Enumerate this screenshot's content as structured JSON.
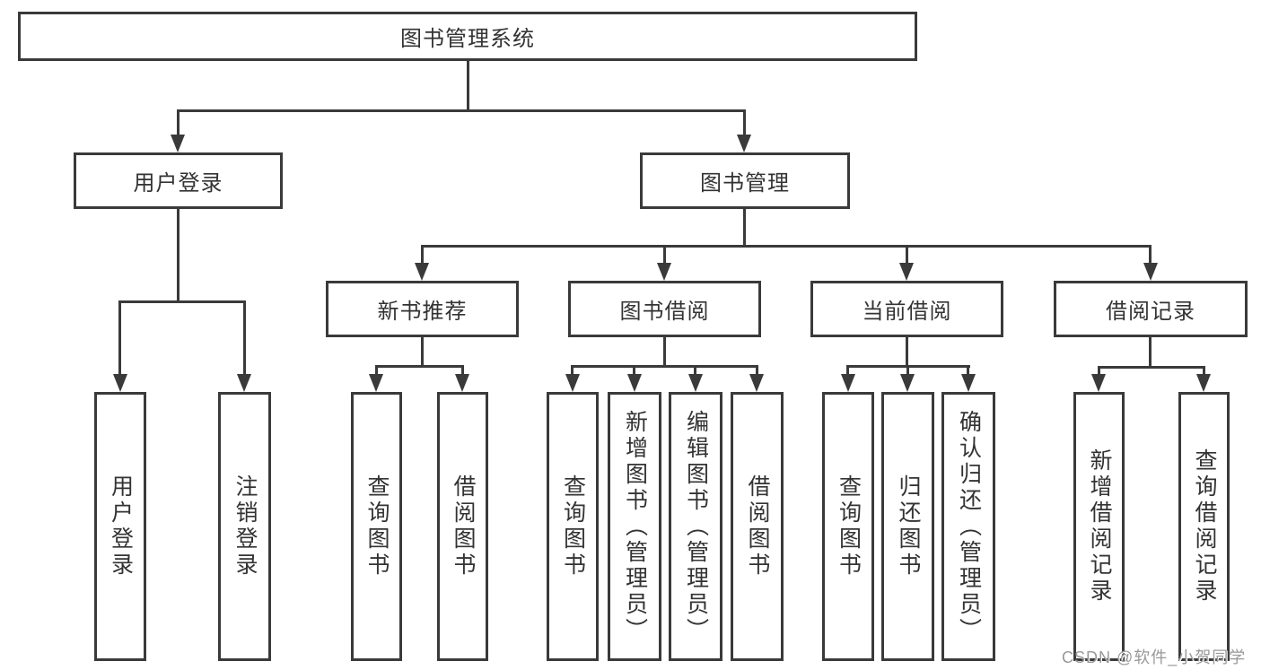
{
  "tree": {
    "label": "图书管理系统",
    "children": [
      {
        "label": "用户登录",
        "children": [
          {
            "label": "用户登录"
          },
          {
            "label": "注销登录"
          }
        ]
      },
      {
        "label": "图书管理",
        "children": [
          {
            "label": "新书推荐",
            "children": [
              {
                "label": "查询图书"
              },
              {
                "label": "借阅图书"
              }
            ]
          },
          {
            "label": "图书借阅",
            "children": [
              {
                "label": "查询图书"
              },
              {
                "label": "新增图书（管理员）"
              },
              {
                "label": "编辑图书（管理员）"
              },
              {
                "label": "借阅图书"
              }
            ]
          },
          {
            "label": "当前借阅",
            "children": [
              {
                "label": "查询图书"
              },
              {
                "label": "归还图书"
              },
              {
                "label": "确认归还（管理员）"
              }
            ]
          },
          {
            "label": "借阅记录",
            "children": [
              {
                "label": "新增借阅记录"
              },
              {
                "label": "查询借阅记录"
              }
            ]
          }
        ]
      }
    ]
  },
  "watermark": {
    "text": "CSDN @软件_小贺同学"
  },
  "colors": {
    "line": "#3a3a3a",
    "text": "#333333",
    "watermark": "#999999"
  }
}
